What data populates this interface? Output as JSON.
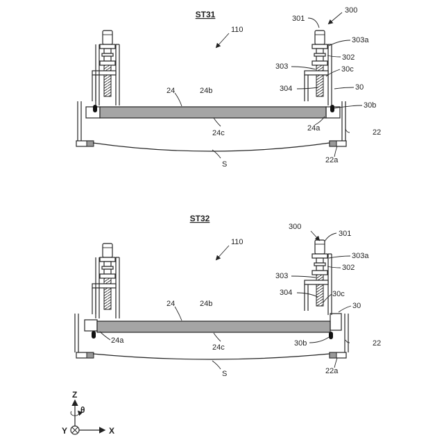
{
  "figure": {
    "top": {
      "title": "ST31",
      "labels": {
        "l110": "110",
        "l300": "300",
        "l301": "301",
        "l303a": "303a",
        "l302": "302",
        "l303": "303",
        "l30c": "30c",
        "l304": "304",
        "l30": "30",
        "l24": "24",
        "l24b": "24b",
        "l30b": "30b",
        "l22": "22",
        "l24a": "24a",
        "l24c": "24c",
        "l22a": "22a",
        "lS": "S"
      }
    },
    "bottom": {
      "title": "ST32",
      "labels": {
        "l300": "300",
        "l301": "301",
        "l110": "110",
        "l303a": "303a",
        "l303": "303",
        "l302": "302",
        "l304": "304",
        "l30c": "30c",
        "l24": "24",
        "l24b": "24b",
        "l30": "30",
        "l24a": "24a",
        "l22": "22",
        "l30b": "30b",
        "l24c": "24c",
        "l22a": "22a",
        "lS": "S"
      }
    },
    "axes": {
      "z": "Z",
      "theta": "θ",
      "y": "Y",
      "x": "X"
    }
  }
}
